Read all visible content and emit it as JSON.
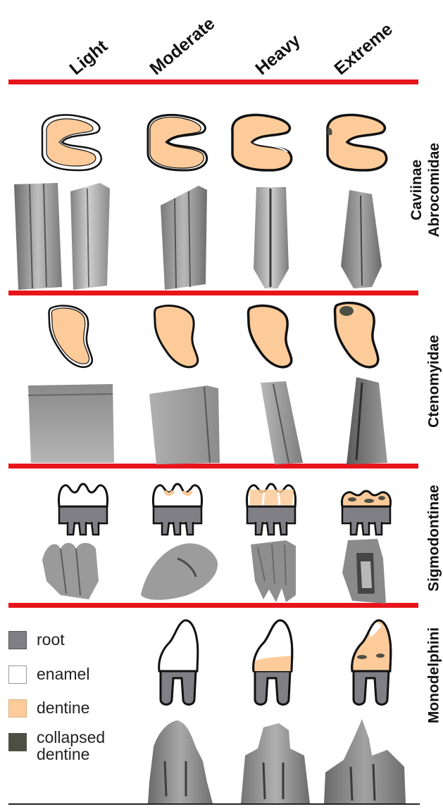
{
  "columns": {
    "light": "Light",
    "moderate": "Moderate",
    "heavy": "Heavy",
    "extreme": "Extreme"
  },
  "rows": {
    "caviinae": {
      "line1": "Caviinae",
      "line2": "Abrocomidae"
    },
    "ctenomyidae": "Ctenomyidae",
    "sigmodontinae": "Sigmodontinae",
    "monodelphini": "Monodelphini"
  },
  "legend": {
    "root": "root",
    "enamel": "enamel",
    "dentine": "dentine",
    "collapsed_line1": "collapsed",
    "collapsed_line2": "dentine"
  },
  "colors": {
    "root": "#7f7f85",
    "enamel": "#ffffff",
    "dentine": "#fccb99",
    "collapsed_dentine": "#4e4f43",
    "separator": "#e8141c",
    "outline": "#111111"
  }
}
